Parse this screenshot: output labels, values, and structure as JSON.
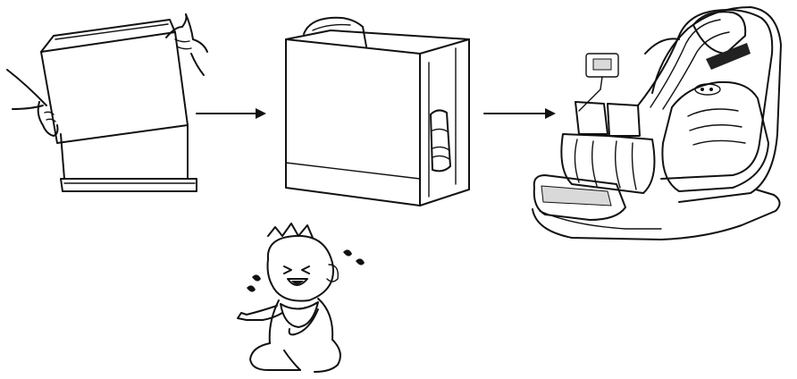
{
  "scene": {
    "ink_color": "#111111",
    "background_color": "#ffffff",
    "panels": [
      {
        "name": "lifting-box-cover",
        "icon": "hands-lifting-box-icon"
      },
      {
        "name": "opened-packaging",
        "icon": "box-with-chair-inside-icon"
      },
      {
        "name": "assembled-massage-chair",
        "icon": "massage-chair-icon"
      }
    ],
    "arrows": 2,
    "crying_baby": {
      "icon": "crying-baby-icon"
    }
  }
}
